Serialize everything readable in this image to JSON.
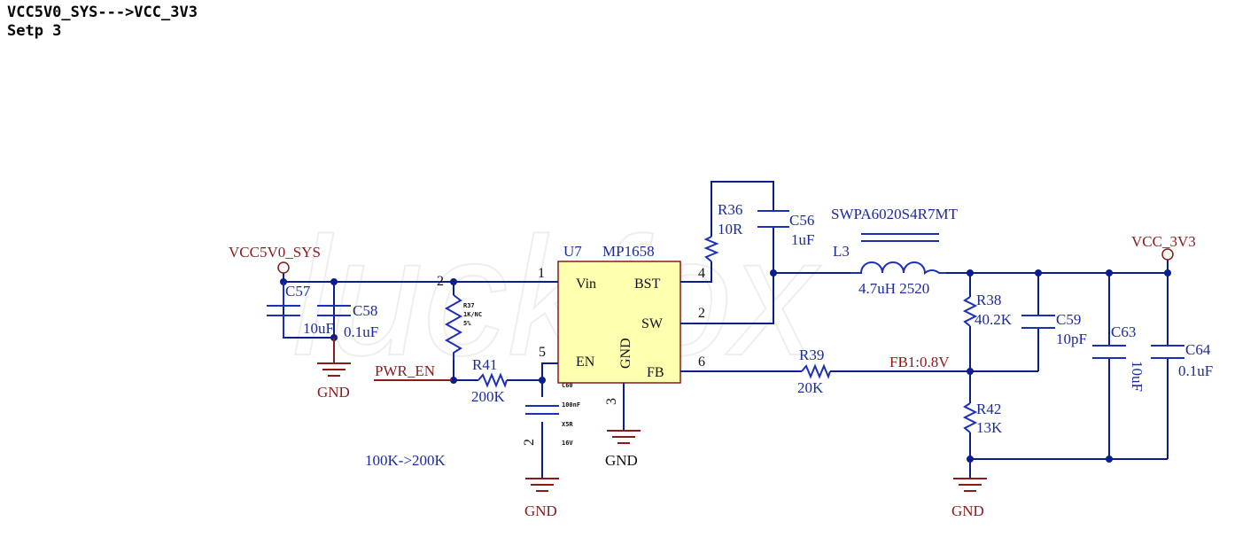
{
  "header": {
    "line1": "VCC5V0_SYS--->VCC_3V3",
    "line2": "Setp 3"
  },
  "nets": {
    "vin": "VCC5V0_SYS",
    "vout": "VCC_3V3",
    "pwr_en": "PWR_EN",
    "fb": "FB1:0.8V",
    "gnd": "GND"
  },
  "ic": {
    "ref": "U7",
    "part": "MP1658",
    "pins": {
      "vin": "Vin",
      "en": "EN",
      "gnd": "GND",
      "bst": "BST",
      "sw": "SW",
      "fb": "FB"
    },
    "pin_numbers": {
      "vin": "1",
      "en": "5",
      "gnd": "3",
      "bst": "4",
      "sw": "2",
      "fb": "6"
    }
  },
  "components": {
    "c57": {
      "ref": "C57",
      "value": "10uF"
    },
    "c58": {
      "ref": "C58",
      "value": "0.1uF"
    },
    "r37": {
      "ref": "R37",
      "value": "1K/NC",
      "tol": "5%",
      "pin": "2"
    },
    "r41": {
      "ref": "R41",
      "value": "200K"
    },
    "c60": {
      "ref": "C60",
      "value": "100nF",
      "dielectric": "X5R",
      "voltage": "16V",
      "pin": "2"
    },
    "r36": {
      "ref": "R36",
      "value": "10R"
    },
    "c56": {
      "ref": "C56",
      "value": "1uF"
    },
    "l3": {
      "ref": "L3",
      "part": "SWPA6020S4R7MT",
      "value": "4.7uH 2520"
    },
    "r38": {
      "ref": "R38",
      "value": "40.2K"
    },
    "c59": {
      "ref": "C59",
      "value": "10pF"
    },
    "c63": {
      "ref": "C63",
      "value": "10uF"
    },
    "c64": {
      "ref": "C64",
      "value": "0.1uF"
    },
    "r39": {
      "ref": "R39",
      "value": "20K"
    },
    "r42": {
      "ref": "R42",
      "value": "13K"
    }
  },
  "notes": {
    "change": "100K->200K"
  },
  "watermark": "luckfox"
}
